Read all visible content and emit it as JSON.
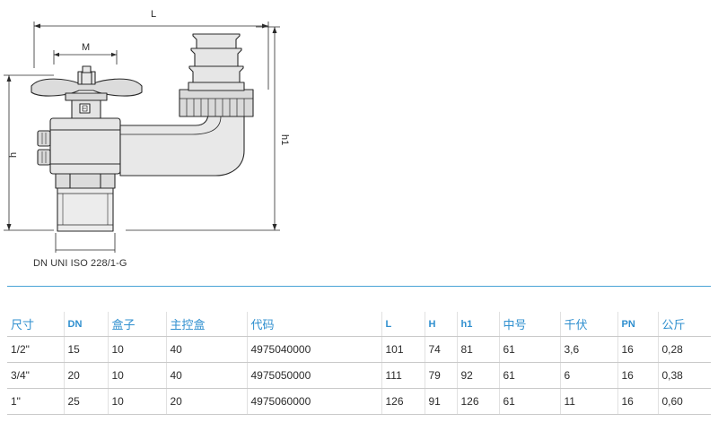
{
  "drawing": {
    "dim_L": "L",
    "dim_M": "M",
    "dim_h": "h",
    "dim_h1": "h1",
    "caption": "DN UNI ISO 228/1-G"
  },
  "table": {
    "headers": [
      "尺寸",
      "DN",
      "盒子",
      "主控盒",
      "代码",
      "L",
      "H",
      "h1",
      "中号",
      "千伏",
      "PN",
      "公斤"
    ],
    "rows": [
      [
        "1/2\"",
        "15",
        "10",
        "40",
        "4975040000",
        "101",
        "74",
        "81",
        "61",
        "3,6",
        "16",
        "0,28"
      ],
      [
        "3/4\"",
        "20",
        "10",
        "40",
        "4975050000",
        "111",
        "79",
        "92",
        "61",
        "6",
        "16",
        "0,38"
      ],
      [
        "1\"",
        "25",
        "10",
        "20",
        "4975060000",
        "126",
        "91",
        "126",
        "61",
        "11",
        "16",
        "0,60"
      ]
    ]
  },
  "colors": {
    "accent": "#2f8fcf",
    "rule": "#49a3d6",
    "line": "#2a2a2a"
  }
}
